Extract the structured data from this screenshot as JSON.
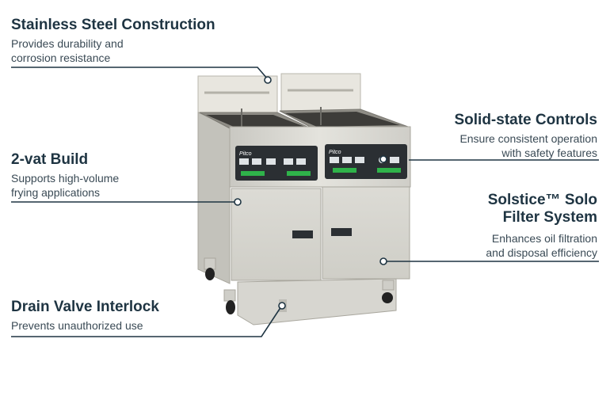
{
  "features": {
    "stainless": {
      "title": "Stainless Steel Construction",
      "line1": "Provides durability and",
      "line2": "corrosion resistance"
    },
    "vat": {
      "title": "2-vat Build",
      "line1": "Supports high-volume",
      "line2": "frying applications"
    },
    "controls": {
      "title": "Solid-state Controls",
      "line1": "Ensure consistent operation",
      "line2": "with safety features"
    },
    "filter": {
      "title_line1": "Solstice™ Solo",
      "title_line2": "Filter System",
      "line1": "Enhances oil filtration",
      "line2": "and disposal efficiency"
    },
    "drain": {
      "title": "Drain Valve Interlock",
      "line1": "Prevents unauthorized use"
    }
  },
  "product": {
    "brand_label": "Pitco"
  },
  "colors": {
    "heading": "#1e3442",
    "body": "#3a4a55",
    "leader": "#1e3442",
    "steel": "#d9d8d2",
    "panel": "#2b2f33",
    "display": "#2fb34a"
  }
}
